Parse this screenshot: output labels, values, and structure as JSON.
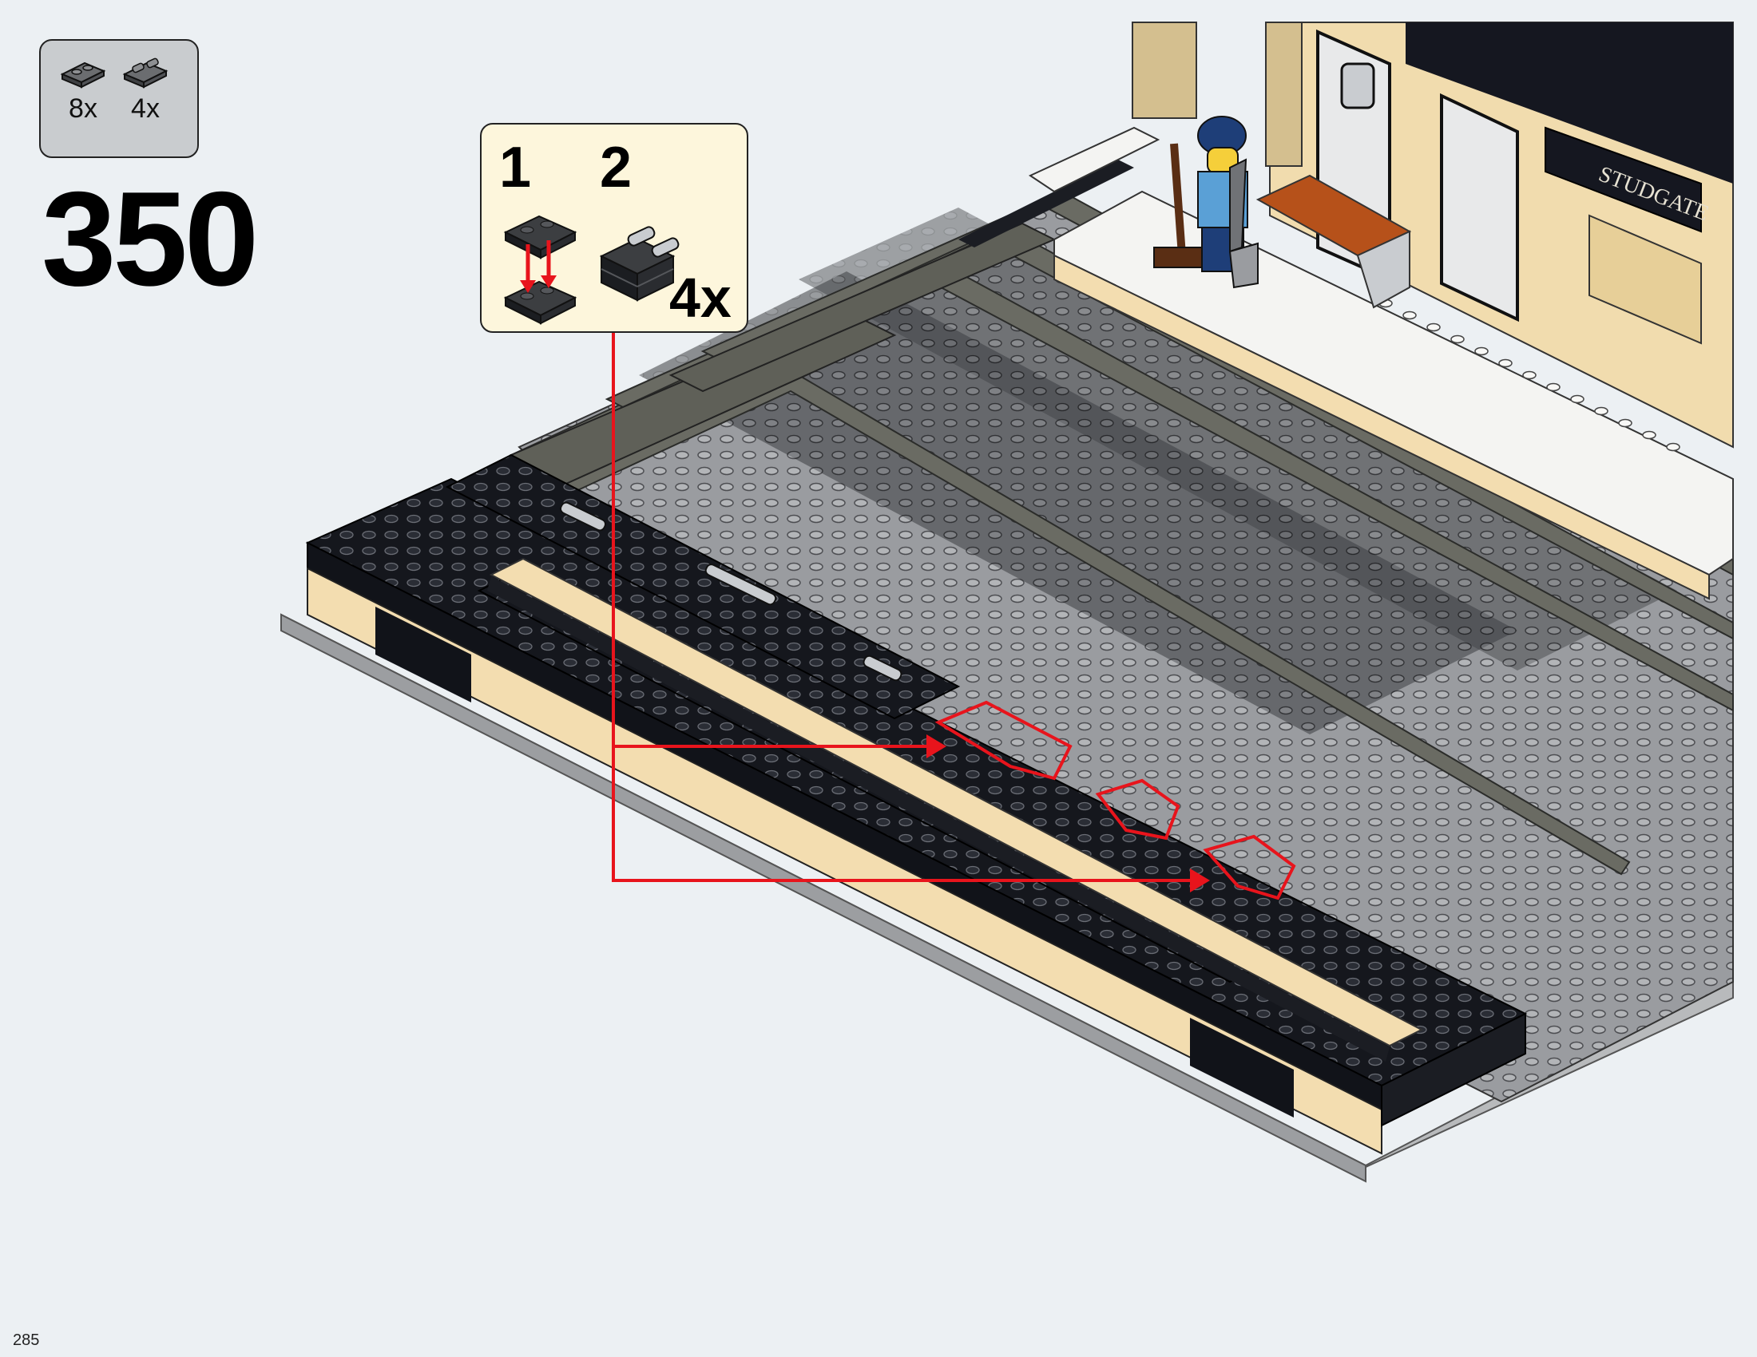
{
  "parts_list": {
    "items": [
      {
        "icon": "plate-1x2-dark-gray-icon",
        "qty": "8x"
      },
      {
        "icon": "plate-with-clips-dark-gray-icon",
        "qty": "4x"
      }
    ]
  },
  "step": {
    "number": "350"
  },
  "callout": {
    "substeps": [
      {
        "number": "1"
      },
      {
        "number": "2"
      }
    ],
    "multiplier": "4x"
  },
  "scene": {
    "sign_text": "STUDGATE",
    "colors": {
      "background": "#ecf0f3",
      "black_brick": "#111319",
      "tan_brick": "#f3ddb0",
      "dark_gray_rail": "#5f6058",
      "light_gray_plate": "#9a9ca0",
      "platform_white": "#f4f4f2",
      "arrow_red": "#e8141c"
    }
  },
  "footer": {
    "page_number": "285"
  }
}
